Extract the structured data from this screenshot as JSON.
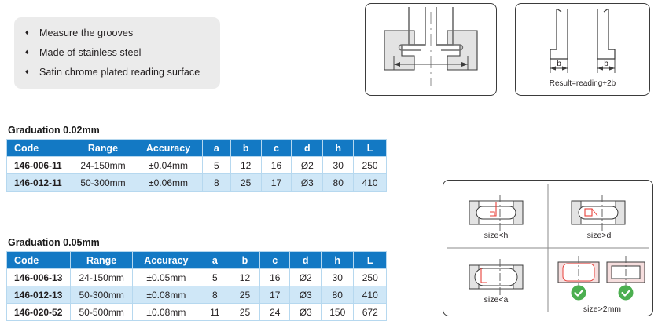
{
  "features": {
    "bullet_glyph": "♦",
    "items": [
      "Measure the grooves",
      "Made of stainless steel",
      "Satin chrome plated reading surface"
    ]
  },
  "tables": [
    {
      "heading": "Graduation 0.02mm",
      "columns": [
        "Code",
        "Range",
        "Accuracy",
        "a",
        "b",
        "c",
        "d",
        "h",
        "L"
      ],
      "rows": [
        [
          "146-006-11",
          "24-150mm",
          "±0.04mm",
          "5",
          "12",
          "16",
          "Ø2",
          "30",
          "250"
        ],
        [
          "146-012-11",
          "50-300mm",
          "±0.06mm",
          "8",
          "25",
          "17",
          "Ø3",
          "80",
          "410"
        ]
      ]
    },
    {
      "heading": "Graduation 0.05mm",
      "columns": [
        "Code",
        "Range",
        "Accuracy",
        "a",
        "b",
        "c",
        "d",
        "h",
        "L"
      ],
      "rows": [
        [
          "146-006-13",
          "24-150mm",
          "±0.05mm",
          "5",
          "12",
          "16",
          "Ø2",
          "30",
          "250"
        ],
        [
          "146-012-13",
          "50-300mm",
          "±0.08mm",
          "8",
          "25",
          "17",
          "Ø3",
          "80",
          "410"
        ],
        [
          "146-020-52",
          "50-500mm",
          "±0.08mm",
          "11",
          "25",
          "24",
          "Ø3",
          "150",
          "672"
        ]
      ]
    }
  ],
  "diagrams": {
    "groove_section": {
      "name": "groove-measurement-section"
    },
    "jaw_offset": {
      "name": "jaw-offset-diagram",
      "dim_label_left": "b",
      "dim_label_right": "b",
      "formula": "Result=reading+2b"
    },
    "usage_grid": {
      "cells": [
        {
          "caption": "size<h",
          "ok": false
        },
        {
          "caption": "size>d",
          "ok": false
        },
        {
          "caption": "size<a",
          "ok": false
        },
        {
          "caption": "size>2mm",
          "ok": true,
          "check_count": 2
        }
      ]
    }
  },
  "colors": {
    "header_blue": "#1379c4",
    "row_alt_blue": "#cfe7f7",
    "panel_gray": "#ebebeb",
    "check_green": "#4caf50",
    "annotation_red": "#e8403a",
    "line_dark": "#3b3b3b"
  }
}
